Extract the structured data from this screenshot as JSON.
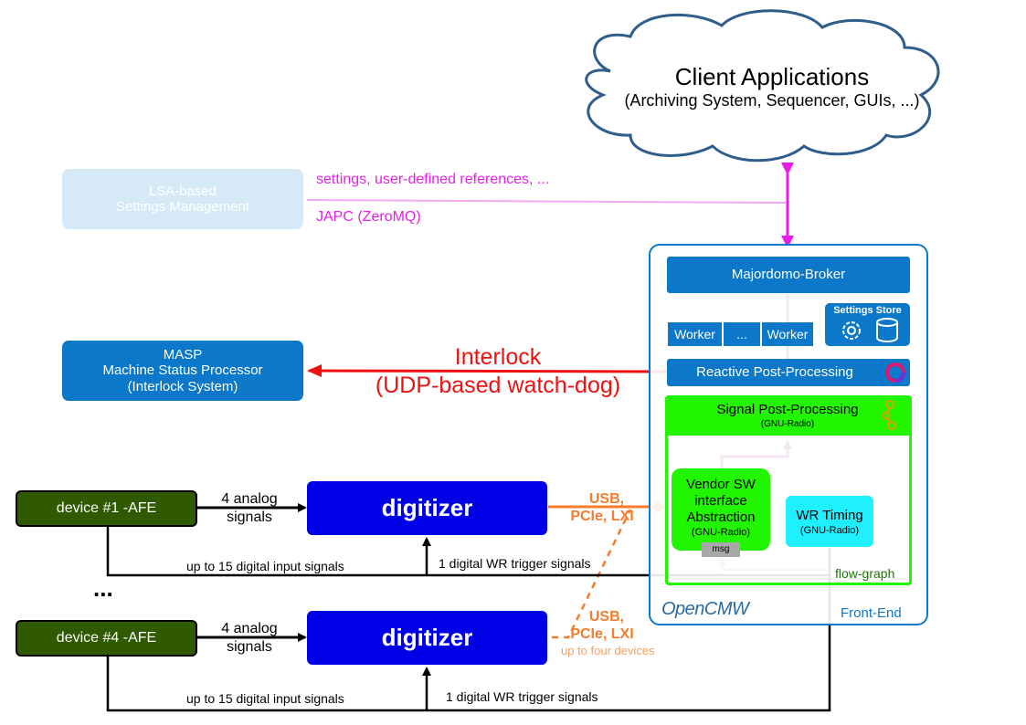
{
  "cloud": {
    "title": "Client Applications",
    "subtitle": "(Archiving System, Sequencer, GUIs, ...)"
  },
  "lsa": {
    "line1": "LSA-based",
    "line2": "Settings Management"
  },
  "settings_note": "settings,  user-defined references, ...",
  "japc_note": "JAPC (ZeroMQ)",
  "masp": {
    "line1": "MASP",
    "line2": "Machine Status Processor",
    "line3": "(Interlock System)"
  },
  "interlock": {
    "line1": "Interlock",
    "line2": "(UDP-based watch-dog)"
  },
  "frontend": {
    "broker": "Majordomo-Broker",
    "workers": [
      "Worker",
      "...",
      "Worker"
    ],
    "settings_store": "Settings Store",
    "reactive": "Reactive Post-Processing",
    "signal_pp": "Signal Post-Processing",
    "signal_pp_sub": "(GNU-Radio)",
    "vendor": {
      "line1": "Vendor SW",
      "line2": "interface",
      "line3": "Abstraction",
      "sub": "(GNU-Radio)"
    },
    "msg": "msg",
    "wr": {
      "title": "WR Timing",
      "sub": "(GNU-Radio)"
    },
    "flowgraph": "flow-graph",
    "logo": "OpenCMW",
    "label": "Front-End"
  },
  "device1": "device #1 -AFE",
  "device4": "device #4 -AFE",
  "ellipsis": "...",
  "digitizer": "digitizer",
  "analog": {
    "line1": "4 analog",
    "line2": "signals"
  },
  "usb": {
    "line1": "USB,",
    "line2": "PCIe, LXI"
  },
  "up_to_four": "up to four devices",
  "digital_inputs": "up to 15 digital input signals",
  "wr_trigger": "1 digital WR trigger signals",
  "colors": {
    "blue": "#0b78c9",
    "light_blue": "#d6e9f7",
    "green_dark": "#2f5a00",
    "digitizer": "#0000e6",
    "green": "#22f500",
    "cyan": "#1ef0ff",
    "magenta": "#e81ee8",
    "red": "#ee1111",
    "orange": "#f47c2c",
    "purple": "#7a0b7a"
  }
}
